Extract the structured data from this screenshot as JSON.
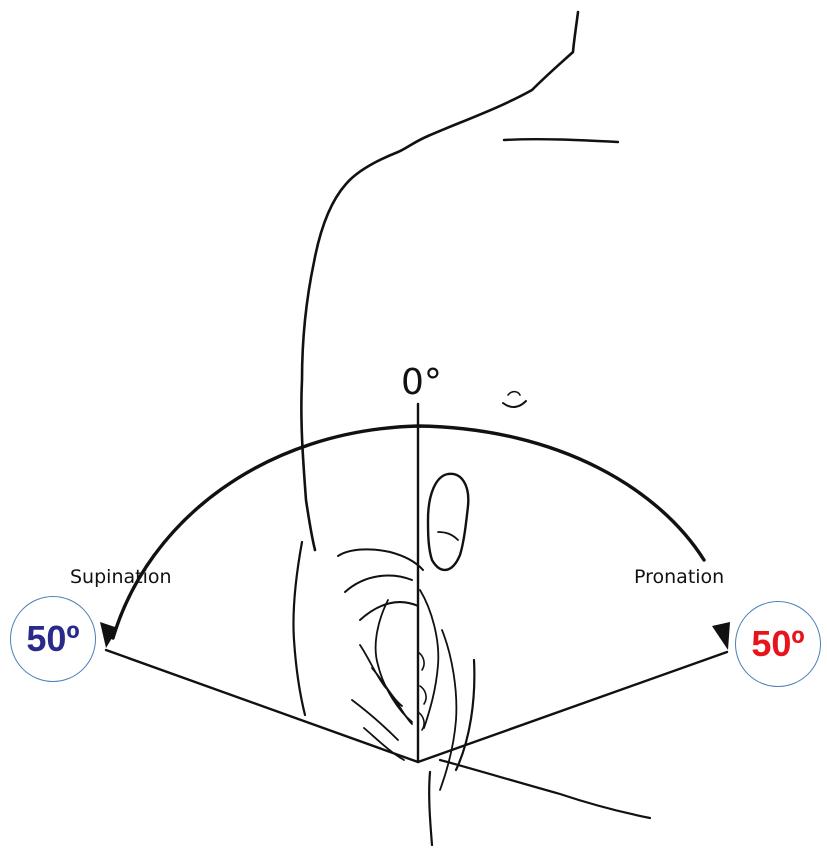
{
  "labels": {
    "zero": "0°",
    "left_motion": "Supination",
    "right_motion": "Pronation"
  },
  "badges": {
    "left": {
      "value": "50º",
      "color": "#2a2a8c",
      "border_color": "#4a7fb5"
    },
    "right": {
      "value": "50º",
      "color": "#e8141c",
      "border_color": "#4a7fb5"
    }
  },
  "colors": {
    "line": "#111111",
    "background": "#ffffff"
  }
}
